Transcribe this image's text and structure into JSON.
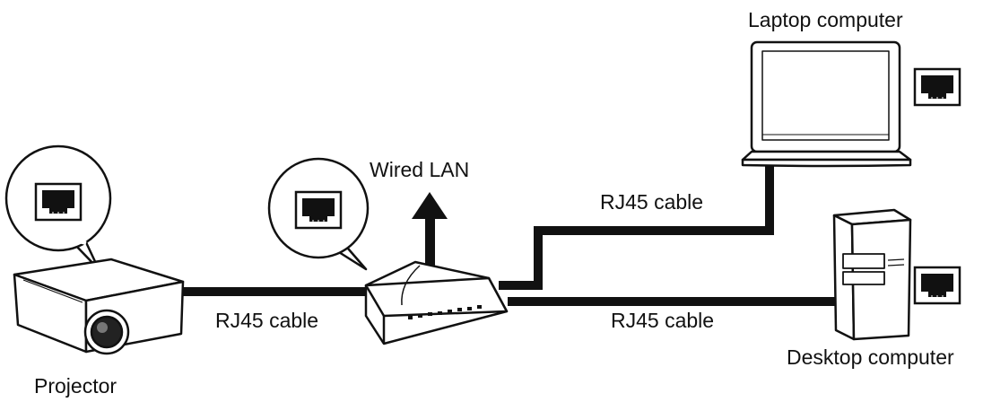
{
  "labels": {
    "laptop": "Laptop computer",
    "wired_lan": "Wired LAN",
    "rj45_upper": "RJ45 cable",
    "rj45_left": "RJ45 cable",
    "rj45_right": "RJ45 cable",
    "desktop": "Desktop computer",
    "projector": "Projector"
  },
  "colors": {
    "line": "#111111",
    "background": "#ffffff"
  },
  "icons": [
    "projector-icon",
    "router-icon",
    "laptop-icon",
    "desktop-computer-icon",
    "rj45-port-icon",
    "arrow-up-icon"
  ]
}
